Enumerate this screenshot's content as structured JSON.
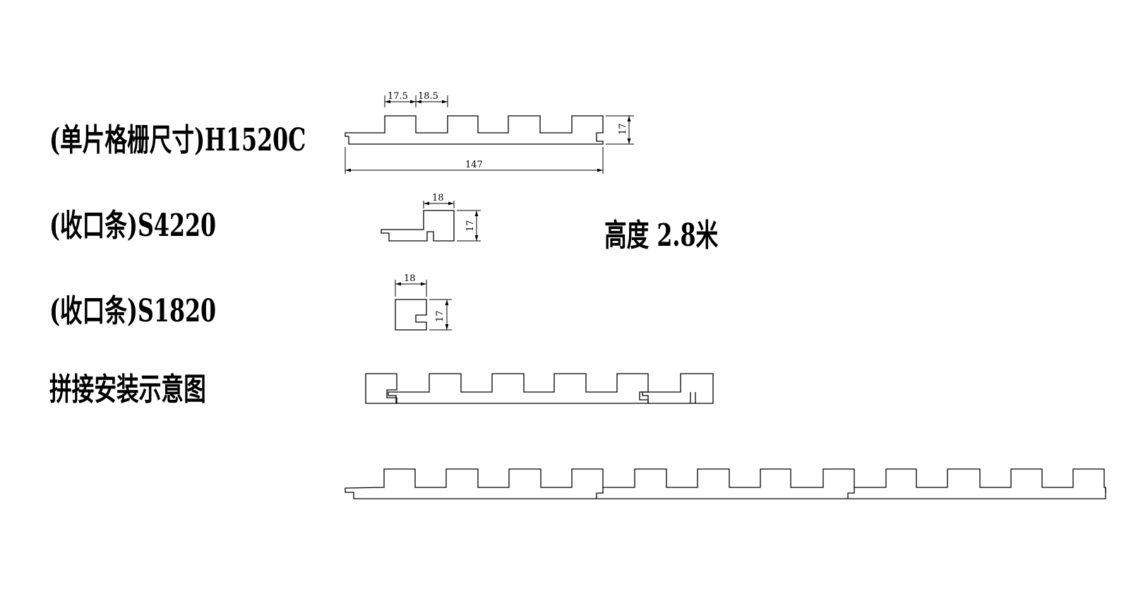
{
  "labels": {
    "h1520c": "(单片格栅尺寸)H1520C",
    "s4220": "(收口条)S4220",
    "s1820": "(收口条)S1820",
    "splice": "拼接安装示意图",
    "height": "高度  2.8米"
  },
  "dimensions": {
    "h1520c_rib_width": "17.5",
    "h1520c_gap_width": "18.5",
    "h1520c_thickness": "17",
    "h1520c_total_width": "147",
    "s4220_width": "18",
    "s4220_thickness": "17",
    "s1820_width": "18",
    "s1820_thickness": "17"
  }
}
